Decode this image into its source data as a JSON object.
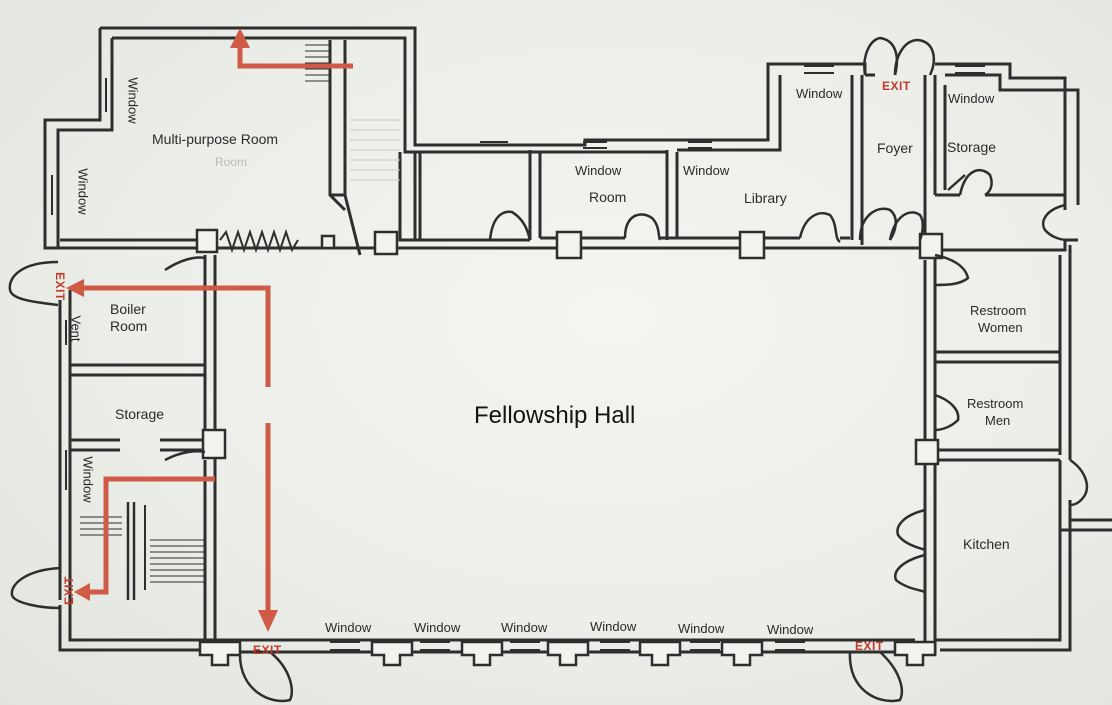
{
  "title": "Fellowship Hall",
  "rooms": {
    "multipurpose": "Multi-purpose Room",
    "multipurpose_faint": "Room",
    "boiler": [
      "Boiler",
      "Room"
    ],
    "storage_left": "Storage",
    "room": "Room",
    "library": "Library",
    "foyer": "Foyer",
    "storage_right": "Storage",
    "restroom_women": [
      "Restroom",
      "Women"
    ],
    "restroom_men": [
      "Restroom",
      "Men"
    ],
    "kitchen": "Kitchen",
    "vent": "Vent"
  },
  "window_label": "Window",
  "exit_label": "EXIT",
  "colors": {
    "wall": "#2e2e2e",
    "arrow": "#cf5a45",
    "background": "#eceee9",
    "text": "#2a2a2a"
  }
}
